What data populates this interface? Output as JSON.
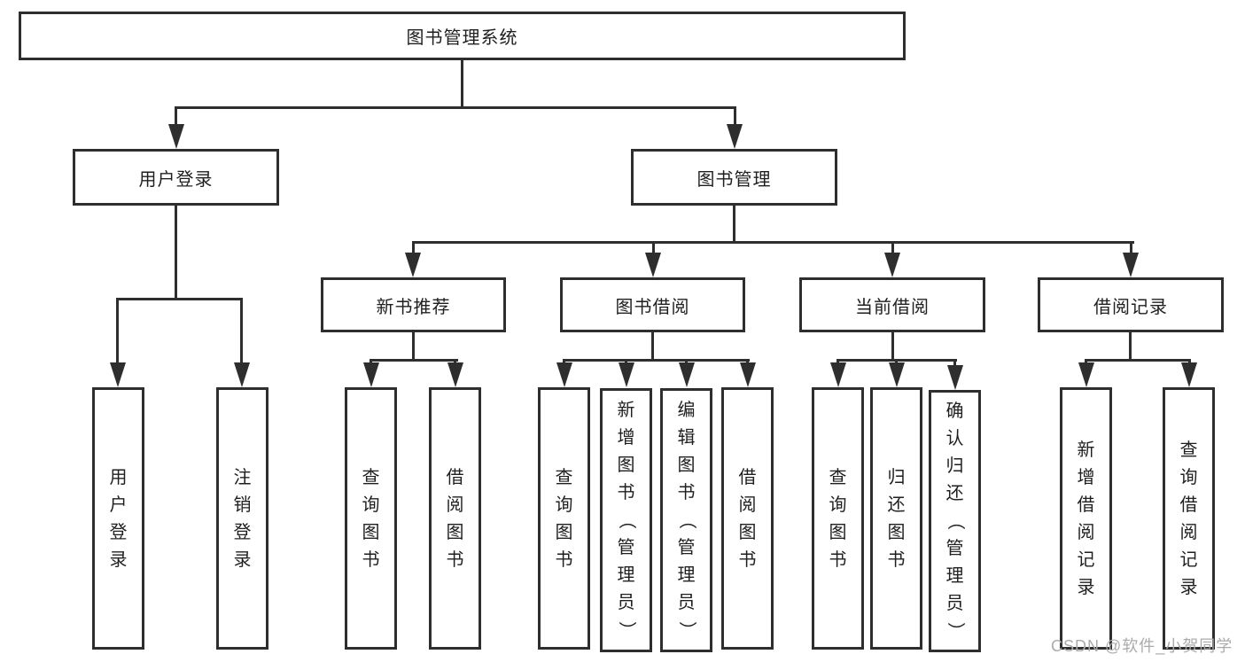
{
  "colors": {
    "line": "#2e2e2e",
    "text": "#1f1f1f",
    "fill": "#ffffff",
    "background": "#ffffff",
    "watermark": "#ababab"
  },
  "watermark": "CSDN @软件_小贺同学",
  "tree": {
    "label": "图书管理系统",
    "children": [
      {
        "label": "用户登录",
        "children": [
          {
            "label": "用户登录"
          },
          {
            "label": "注销登录"
          }
        ]
      },
      {
        "label": "图书管理",
        "children": [
          {
            "label": "新书推荐",
            "children": [
              {
                "label": "查询图书"
              },
              {
                "label": "借阅图书"
              }
            ]
          },
          {
            "label": "图书借阅",
            "children": [
              {
                "label": "查询图书"
              },
              {
                "label": "新增图书（管理员）"
              },
              {
                "label": "编辑图书（管理员）"
              },
              {
                "label": "借阅图书"
              }
            ]
          },
          {
            "label": "当前借阅",
            "children": [
              {
                "label": "查询图书"
              },
              {
                "label": "归还图书"
              },
              {
                "label": "确认归还（管理员）"
              }
            ]
          },
          {
            "label": "借阅记录",
            "children": [
              {
                "label": "新增借阅记录"
              },
              {
                "label": "查询借阅记录"
              }
            ]
          }
        ]
      }
    ]
  }
}
